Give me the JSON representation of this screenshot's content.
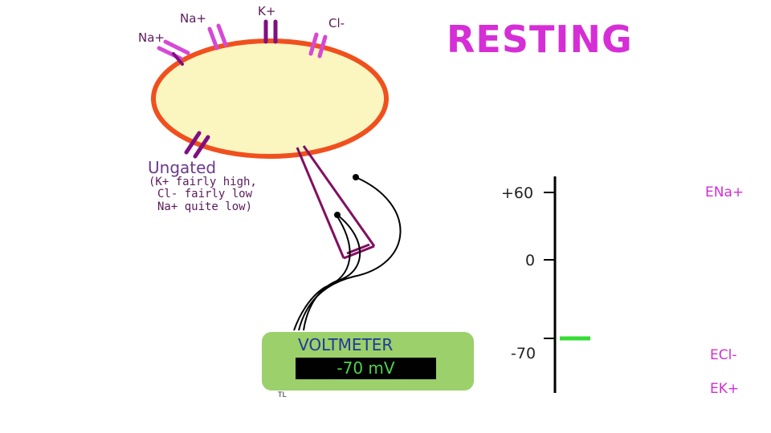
{
  "title": "RESTING",
  "ions": {
    "na1": "Na+",
    "na2": "Na+",
    "k": "K+",
    "cl": "Cl-"
  },
  "ungated": {
    "heading": "Ungated",
    "line1": "(K+ fairly high,",
    "line2": "Cl- fairly low",
    "line3": "Na+ quite low)"
  },
  "voltmeter": {
    "label": "VOLTMETER",
    "reading": "-70  mV"
  },
  "scale": {
    "ticks": [
      {
        "label": "+60",
        "value": 60
      },
      {
        "label": "0",
        "value": 0
      },
      {
        "label": "-70",
        "value": -70
      }
    ],
    "current_value": -70,
    "indicator_color": "#33dd33"
  },
  "equilibrium_labels": {
    "na": "ENa+",
    "cl": "ECl-",
    "k": "EK+"
  },
  "signature": "TL",
  "colors": {
    "title": "#d62ed6",
    "cell_fill": "#fbf5c0",
    "membrane": "#f0501e",
    "channel": "#800f80",
    "voltmeter_body": "#9bd06a"
  }
}
